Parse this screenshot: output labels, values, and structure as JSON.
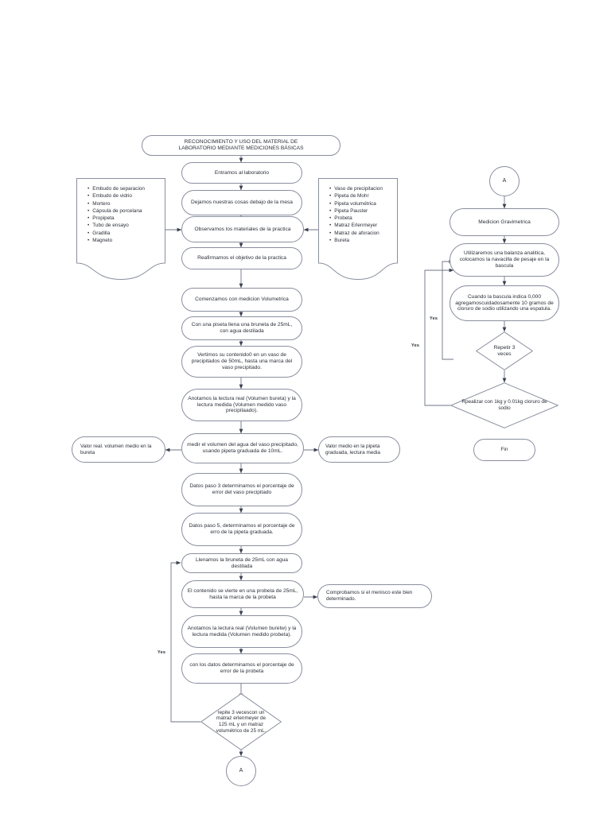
{
  "diagram": {
    "type": "flowchart",
    "title": "RECONOCIMIENTO Y USO DEL MATERIAL DE LABORATORIO MEDIANTE MEDICIONES BÁSICAS",
    "title_line1": "RECONOCIMIENTO Y USO DEL MATERIAL DE",
    "title_line2": "LABORATORIO MEDIANTE MEDICIONES BÁSICAS",
    "line_color": "#8a8f9e",
    "text_color": "#2b2f38",
    "background": "#ffffff"
  },
  "main_column": {
    "n1": "Entramos al laboratorio",
    "n2": "Dejamos nuestras cosas debajo de la mesa",
    "n3": "Observamos los materiales de la practica",
    "n4": "Reafirmamos el objetivo de la practica",
    "n5": "Comenzamos con medicion Volumetrica",
    "n6": "Con una piseta llena una bruneta de 25mL, con agua destilada",
    "n7": "Vertimos su contenido0 en un vaso de precipitados de 50mL, hasta una marca del vaso precipitado.",
    "n8": "Anotamos la lectura real (Volumen bureta) y la lectura medida (Volumen medido vaso precipitaado).",
    "n9": "medir el volumen del agua del vaso precipitado, usando pipeta graduada de 10mL.",
    "n10": "Datos paso 3 determinamos el porcentaje de error del vaso precipitado",
    "n11": "Datos paso 5, determinamos el porcentaje de erro de la pipeta graduada.",
    "n12": "Llenamos la  bruneta de 25mL con agua destilada",
    "n13": "El contenido se vierte en una probeta de 25mL, hasta la marca de la probeta",
    "n14": "Anotamos la lectura real (Volumen buretw) y la lectura medida (Volumen medido probeta).",
    "n15": "con los datos determinamos el porcentaje de error de la probeta",
    "d1": "repite 3 vecescon un matraz erlenmeyer de 125  mL y un matraz volumétrico de 25 mL.",
    "connector_a": "A"
  },
  "side_notes": {
    "left_materials": {
      "items": [
        "Embudo de separacion",
        "Embudo de vidrio",
        "Mortero",
        "Cápsula de porcelana",
        "Propipeta",
        "Tubo de ensayo",
        "Gradilla",
        "Magneto"
      ]
    },
    "right_materials": {
      "items": [
        "Vaso de precipitacion",
        "Pipeta de Mohr",
        "Pipeta volumétrica",
        "Pipeta Pauster",
        "Probeta",
        "Matraz Erlenmeyer",
        "Matraz de aforacion",
        "Bureta"
      ]
    },
    "left_value": "Valor real. volumen medio en la bureta",
    "right_value": "Valor medio en la pipeta graduada, lectura media",
    "menisco": "Comprobamos si el menisco este bien determinado."
  },
  "right_column": {
    "connector_a": "A",
    "g1": "Medicion Gravimetrica",
    "g2": "Utilizaremos una balanza analitica, colocamos la navacilla de pesaje en la bascula",
    "g3": "Cuando la bascula indica 0,000 agregamoscuidadosamente 10 gramos de cloruro de sodio utilizando una espatula.",
    "d_repetir": "Repetir 3 veces",
    "d_realizar": "Rpealizar con 1kg y 0.01kg cloruro de sodio",
    "fin": "Fin"
  },
  "edge_labels": {
    "yes_left": "Yes",
    "yes_right_upper": "Yes",
    "yes_right_lower": "Yes"
  }
}
